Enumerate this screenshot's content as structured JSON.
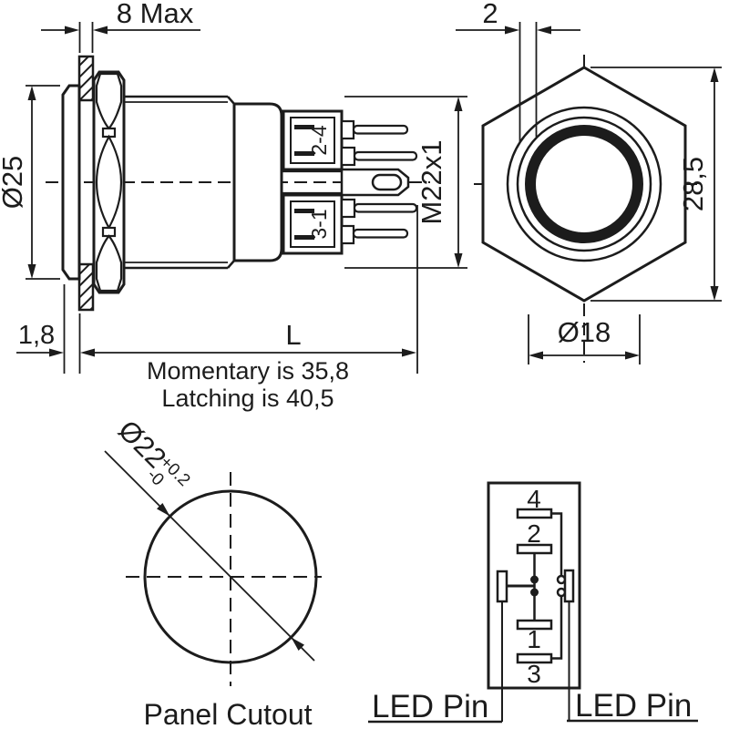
{
  "side_view": {
    "dim_panel_max": "8 Max",
    "dim_bezel_dia": "Ø25",
    "dim_bezel_protrusion": "1,8",
    "dim_length": "L",
    "note_momentary": "Momentary is 35,8",
    "note_latching": "Latching is 40,5",
    "dim_thread": "M22x1",
    "terminal_top": "2-4",
    "terminal_bottom": "3-1"
  },
  "front_view": {
    "dim_ring_width": "2",
    "dim_across_corners": "28,5",
    "dim_button_dia": "Ø18"
  },
  "panel_cutout": {
    "dim_hole_dia": "Ø22",
    "tolerance_upper": "+0.2",
    "tolerance_lower": "-0",
    "caption": "Panel Cutout"
  },
  "schematic": {
    "pin_top": "4",
    "pin_second": "2",
    "pin_third": "1",
    "pin_bottom": "3",
    "led_pin_left": "LED Pin",
    "led_pin_right": "LED Pin"
  },
  "colors": {
    "line": "#1c1c1c",
    "background": "#ffffff"
  }
}
